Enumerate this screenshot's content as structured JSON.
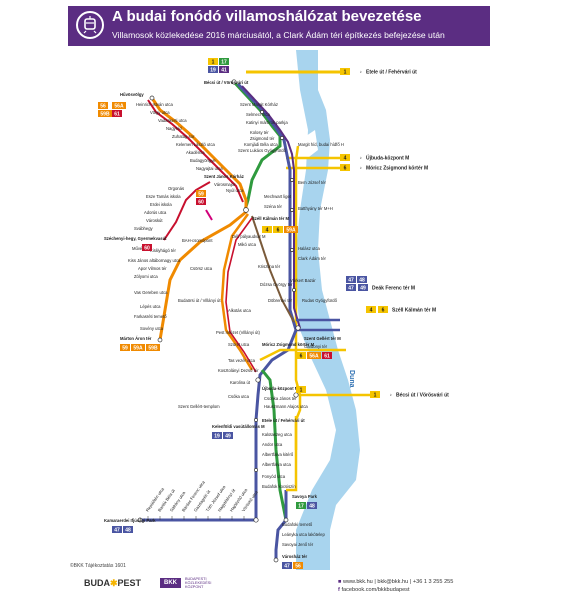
{
  "header": {
    "title": "A budai fonódó villamoshálózat bevezetése",
    "subtitle": "Villamosok közlekedése 2016 márciusától, a Clark Ádám téri építkezés befejezése után",
    "icon": "tram-icon"
  },
  "colors": {
    "purple": "#5b2d82",
    "yellow": "#f5c400",
    "orange": "#f08a00",
    "green": "#2f9a3e",
    "blue": "#4a55a2",
    "brown": "#7a5a3a",
    "red": "#c8102e",
    "magenta": "#d1007a",
    "danube": "#a8d4ee"
  },
  "river_label": "Duna",
  "badges": {
    "top": [
      {
        "n": "1",
        "c": "yellow"
      },
      {
        "n": "17",
        "c": "green"
      },
      {
        "n": "19",
        "c": "blue"
      },
      {
        "n": "41",
        "c": "purple"
      }
    ],
    "left_top": [
      {
        "n": "56",
        "c": "orange"
      },
      {
        "n": "56A",
        "c": "orange"
      },
      {
        "n": "59B",
        "c": "orange"
      },
      {
        "n": "61",
        "c": "red"
      }
    ],
    "szell": [
      {
        "n": "4",
        "c": "yellow"
      },
      {
        "n": "6",
        "c": "yellow"
      },
      {
        "n": "59A",
        "c": "orange"
      }
    ],
    "dess": [
      {
        "n": "59",
        "c": "orange"
      },
      {
        "n": "60",
        "c": "red"
      }
    ],
    "fogaskereku": [
      {
        "n": "60",
        "c": "red"
      }
    ],
    "marton": [
      {
        "n": "59",
        "c": "orange"
      },
      {
        "n": "59A",
        "c": "orange"
      },
      {
        "n": "59B",
        "c": "orange"
      }
    ],
    "moricz": [
      {
        "n": "6",
        "c": "yellow"
      },
      {
        "n": "56A",
        "c": "orange"
      },
      {
        "n": "61",
        "c": "red"
      }
    ],
    "ujbuda_kp": [
      {
        "n": "1",
        "c": "yellow"
      }
    ],
    "kelenfold": [
      {
        "n": "19",
        "c": "blue"
      },
      {
        "n": "49",
        "c": "blue"
      }
    ],
    "szerb": [
      {
        "n": "47",
        "c": "blue"
      },
      {
        "n": "48",
        "c": "blue"
      }
    ],
    "savoya": [
      {
        "n": "17",
        "c": "green"
      },
      {
        "n": "48",
        "c": "blue"
      }
    ],
    "kamaraerdo": [
      {
        "n": "47",
        "c": "blue"
      },
      {
        "n": "48",
        "c": "blue"
      }
    ],
    "varoshaz": [
      {
        "n": "47",
        "c": "blue"
      },
      {
        "n": "56",
        "c": "orange"
      }
    ]
  },
  "right_destinations": [
    {
      "n": "1",
      "label": "Etele út / Fehérvári út"
    },
    {
      "n": "4",
      "label": "Újbuda-központ M"
    },
    {
      "n": "6",
      "label": "Móricz Zsigmond körtér M"
    },
    {
      "n": "47",
      "label": "Deák Ferenc tér M"
    },
    {
      "n": "49",
      "label": ""
    },
    {
      "n": "4",
      "label": "Széll Kálmán tér M"
    },
    {
      "n": "6",
      "label": ""
    },
    {
      "n": "1",
      "label": "Bécsi út / Vörösvári út"
    }
  ],
  "stations": {
    "becsi": "Bécsi út / Vörösvári út",
    "szentmargit": "Szent Margit Kórház",
    "selmeci": "Selmeci utca",
    "katinyi": "Katinyi mártírok parkja",
    "kolosy": "Kolosy tér",
    "zsigmond": "Zsigmond tér",
    "komjadi": "Komjádi Béla utca",
    "szentlukacs": "Szent Lukács Gyógyfürdő",
    "margit": "Margit híd, budai hídfő H",
    "bem": "Bem József tér",
    "battyhany": "Batthyány tér M+H",
    "halasz": "Halász utca",
    "clark": "Clark Ádám tér",
    "varkert": "Várkert Bazár",
    "rudas": "Rudas Gyógyfürdő",
    "szentgellert": "Szent Gellért tér M",
    "gardonyi": "Gárdonyi tér",
    "ujbuda": "Újbuda-központ M",
    "hidegkuti": "Hűvösvölgy",
    "heinrich": "Heinrich István utca",
    "vologda": "Völgy utca",
    "vadaskerti": "Vadaskerti utca",
    "nagyhid": "Nagyhíd",
    "zuhatag": "Zuhatag sor",
    "kelemen": "Kelemen László utca",
    "akademia": "Akadémia",
    "budagyongye": "Budagyöngye",
    "nagyajtai": "Nagyajtai utca",
    "szentjanos": "Szent János Kórház",
    "varosmajor": "Városmajor",
    "nyul": "Nyúl utca",
    "szell": "Széll Kálmán tér M",
    "mechwart": "Mechwart liget",
    "szena": "Széna tér",
    "orgonas": "Orgonás",
    "eszetamas": "Esze Tamás iskola",
    "erdei": "Erdei iskola",
    "adoros": "Adorús utca",
    "varosko": "Városkút",
    "svabhegy": "Svábhegy",
    "szechenyi": "Széchenyi-hegy, Gyermekvasút",
    "muvesz": "Művész út",
    "bah": "BAH-csomópont",
    "kiralyhagyo": "Királyhágó tér",
    "kissjanos": "Kiss János altábornagy utca",
    "apor": "Apor Vilmos tér",
    "zolyomi": "Zólyomi utca",
    "vasgereben": "Vas Gereben utca",
    "lepes": "Lépés utca",
    "farkasreti": "Farkasréti temető",
    "sovenyi": "Sovény utca",
    "martonaron": "Márton Áron tér",
    "dess": "Dési Huber utca",
    "csorsz": "Csörsz utca",
    "budaorsi": "Budaörsi út / Villányi út",
    "alkotas": "Alkotás utca",
    "deli": "Déli pályaudvar M",
    "mikoi": "Mikó utca",
    "krisztina": "Krisztina tér",
    "dozsa": "Dózsa György tér",
    "dobrentei": "Döbrentei tér",
    "pestintezet": "Pest Intézet (Villányi út)",
    "szoret": "Szüret utca",
    "moricz": "Móricz Zsigmond körtér M",
    "tas": "Tas vezér utca",
    "kosztolanyi": "Kosztolányi Dezső tér",
    "karolina": "Karolina út",
    "csoka": "Csóka utca",
    "csonka": "Csonka János tér",
    "hauszmann": "Hauszmann Alajos utca",
    "szentgellerttemp": "Szent Gellért-templom",
    "kelenfoldi": "Kelenföldi vasútállomás M",
    "etele": "Etele út / Fehérvári út",
    "kalotaszeg": "Kalotaszeg utca",
    "andor": "Andor utca",
    "albertfalva": "Albertfalva kitérő",
    "albertfalvaut": "Albertfalva utca",
    "fonyod": "Fonyód utca",
    "budafok": "Budafok kocsiszín",
    "savoya": "Savoya Park",
    "budafoki": "Budafoki temető",
    "leanyka": "Leányka utca lakótelep",
    "savoyaibsz": "Savoyai Jenő tér",
    "varoshaz": "Városház tér",
    "kamaraerdei": "Kamaraerdei Ifjúsági Park",
    "bottom_stops": [
      "Repülőtéri utca",
      "Bartók Béla út",
      "Sáfrány utca",
      "Bárdos Ferenc utca",
      "Gazdagréti út",
      "Tóth József utca",
      "Nagytétényi út",
      "Hajóépítő utca",
      "Vöröskő utca"
    ]
  },
  "footer": {
    "credit": "©BKK Tájékoztatás 1601",
    "budapest_logo_a": "BUDA",
    "budapest_logo_b": "PEST",
    "bkk_logo": "BKK",
    "bkk_name": "BUDAPESTI KÖZLEKEDÉSI KÖZPONT",
    "contact_line1_a": "www.bkk.hu",
    "contact_line1_b": "bkk@bkk.hu",
    "contact_line1_c": "+36 1 3 255 255",
    "contact_line2": "facebook.com/bkkbudapest"
  }
}
